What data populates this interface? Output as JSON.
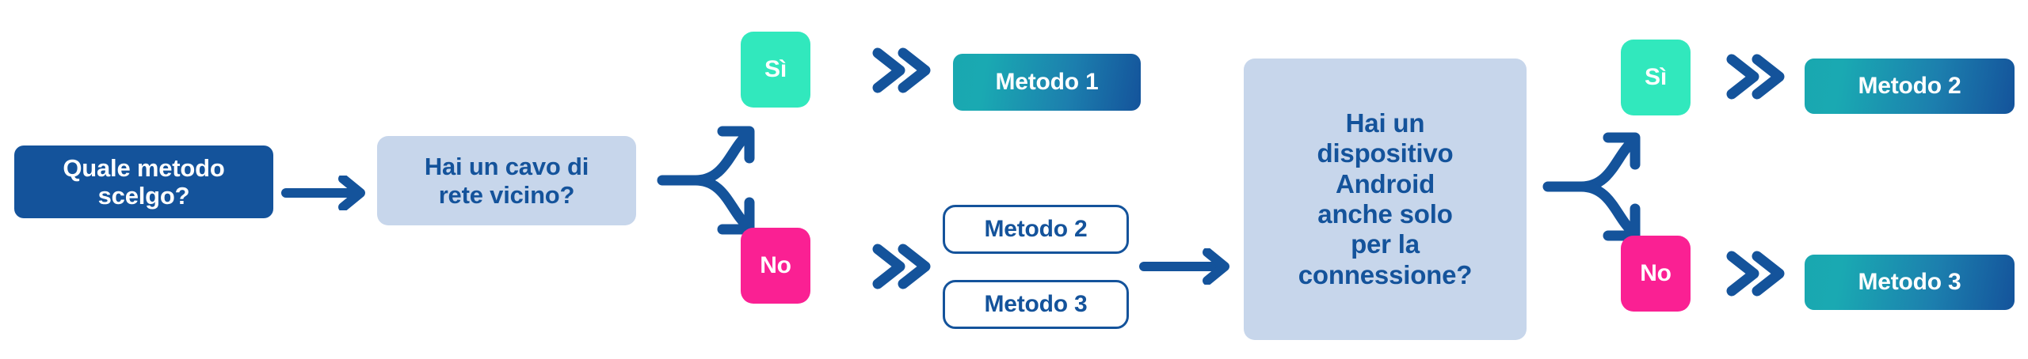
{
  "diagram": {
    "title_text_language": "it",
    "background": "#FFFFFF",
    "colors": {
      "primary_blue": "#14539B",
      "pale_blue": "#C7D6EB",
      "green": "#31E8BD",
      "pink": "#FA2093",
      "gradient_start": "#19A8B0",
      "gradient_end": "#14539B",
      "white": "#FFFFFF"
    }
  },
  "nodes": {
    "start": {
      "label": "Quale metodo scelgo?",
      "line1": "Quale metodo",
      "line2": "scelgo?"
    },
    "question_cable": {
      "label": "Hai un cavo di rete vicino?",
      "line1": "Hai un cavo di",
      "line2": "rete vicino?"
    },
    "branch1_yes": {
      "label": "Sì"
    },
    "branch1_no": {
      "label": "No"
    },
    "result_metodo1": {
      "label": "Metodo 1"
    },
    "outline_metodo2": {
      "label": "Metodo 2"
    },
    "outline_metodo3": {
      "label": "Metodo 3"
    },
    "question_android": {
      "label": "Hai un dispositivo Android anche solo per la connessione?",
      "line1": "Hai un",
      "line2": "dispositivo",
      "line3": "Android",
      "line4": "anche solo",
      "line5": "per la",
      "line6": "connessione?"
    },
    "branch2_yes": {
      "label": "Sì"
    },
    "branch2_no": {
      "label": "No"
    },
    "result_metodo2": {
      "label": "Metodo 2"
    },
    "result_metodo3": {
      "label": "Metodo 3"
    }
  },
  "connectors": {
    "arrow_start_to_cable": {
      "icon": "straight-arrow-right-icon"
    },
    "fork_cable": {
      "icon": "fork-split-arrow-icon"
    },
    "chevron_yes1": {
      "icon": "double-chevron-right-icon"
    },
    "chevron_no1": {
      "icon": "double-chevron-right-icon"
    },
    "arrow_methods_to_android": {
      "icon": "straight-arrow-right-icon"
    },
    "fork_android": {
      "icon": "fork-split-arrow-icon"
    },
    "chevron_yes2": {
      "icon": "double-chevron-right-icon"
    },
    "chevron_no2": {
      "icon": "double-chevron-right-icon"
    }
  }
}
